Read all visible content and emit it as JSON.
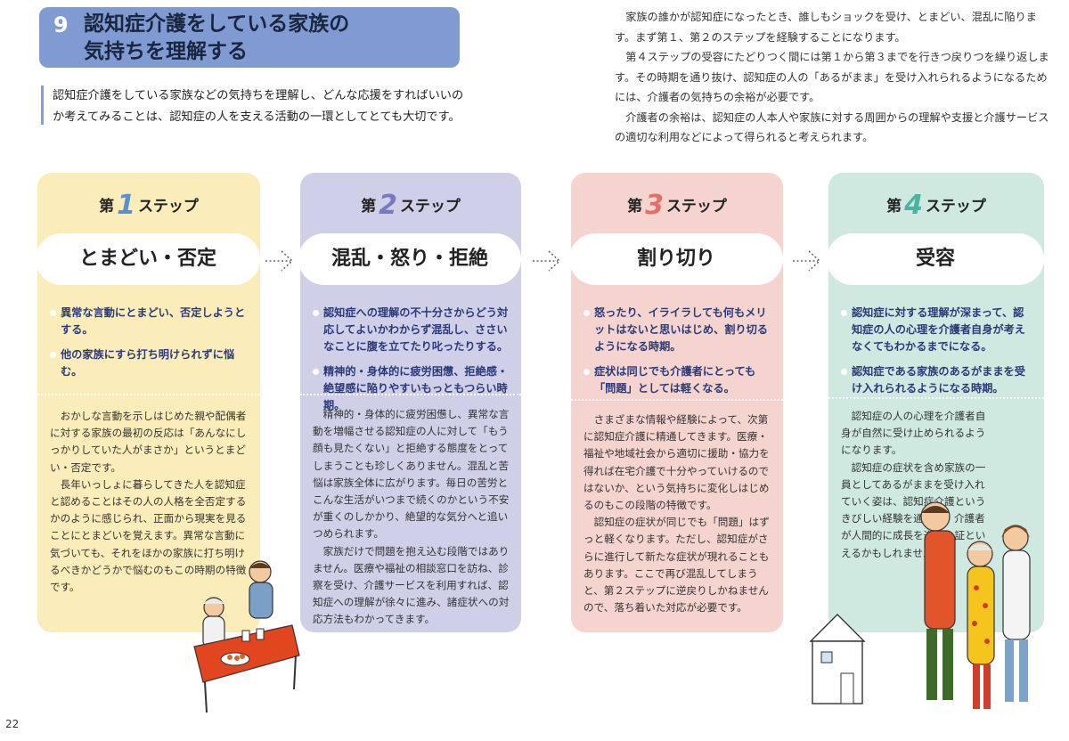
{
  "header": {
    "number": "9",
    "title": "認知症介護をしている家族の\n気持ちを理解する"
  },
  "intro": "認知症介護をしている家族などの気持ちを理解し、どんな応援をすればいいのか考えてみることは、認知症の人を支える活動の一環としてとても大切です。",
  "right_column": [
    "家族の誰かが認知症になったとき、誰しもショックを受け、とまどい、混乱に陥ります。まず第１、第２のステップを経験することになります。",
    "第４ステップの受容にたどりつく間には第１から第３までを行きつ戻りつを繰り返します。その時期を通り抜け、認知症の人の「あるがまま」を受け入れられるようになるためには、介護者の気持ちの余裕が必要です。",
    "介護者の余裕は、認知症の人本人や家族に対する周囲からの理解や支援と介護サービスの適切な利用などによって得られると考えられます。"
  ],
  "steps": [
    {
      "prefix": "第",
      "num": "1",
      "suffix": "ステップ",
      "phase": "とまどい・否定",
      "bullets": [
        "異常な言動にとまどい、否定しようとする。",
        "他の家族にすら打ち明けられずに悩む。"
      ],
      "body": [
        "おかしな言動を示しはじめた親や配偶者に対する家族の最初の反応は「あんなにしっかりしていた人がまさか」というとまどい・否定です。",
        "長年いっしょに暮らしてきた人を認知症と認めることはその人の人格を全否定するかのように感じられ、正面から現実を見ることにとまどいを覚えます。異常な言動に気づいても、それをほかの家族に打ち明けるべきかどうかで悩むのもこの時期の特徴です。"
      ]
    },
    {
      "prefix": "第",
      "num": "2",
      "suffix": "ステップ",
      "phase": "混乱・怒り・拒絶",
      "bullets": [
        "認知症への理解の不十分さからどう対応してよいかわからず混乱し、ささいなことに腹を立てたり叱ったりする。",
        "精神的・身体的に疲労困憊、拒絶感・絶望感に陥りやすいもっともつらい時期。"
      ],
      "body": [
        "精神的・身体的に疲労困憊し、異常な言動を増幅させる認知症の人に対して「もう顔も見たくない」と拒絶する態度をとってしまうことも珍しくありません。混乱と苦悩は家族全体に広がります。毎日の苦労とこんな生活がいつまで続くのかという不安が重くのしかかり、絶望的な気分へと追いつめられます。",
        "家族だけで問題を抱え込む段階ではありません。医療や福祉の相談窓口を訪ね、診察を受け、介護サービスを利用すれば、認知症への理解が徐々に進み、諸症状への対応方法もわかってきます。"
      ]
    },
    {
      "prefix": "第",
      "num": "3",
      "suffix": "ステップ",
      "phase": "割り切り",
      "bullets": [
        "怒ったり、イライラしても何もメリットはないと思いはじめ、割り切るようになる時期。",
        "症状は同じでも介護者にとっても「問題」としては軽くなる。"
      ],
      "body": [
        "さまざまな情報や経験によって、次第に認知症介護に精通してきます。医療・福祉や地域社会から適切に援助・協力を得れば在宅介護で十分やっていけるのではないか、という気持ちに変化しはじめるのもこの段階の特徴です。",
        "認知症の症状が同じでも「問題」はずっと軽くなります。ただし、認知症がさらに進行して新たな症状が現れることもあります。ここで再び混乱してしまうと、第２ステップに逆戻りしかねませんので、落ち着いた対応が必要です。"
      ]
    },
    {
      "prefix": "第",
      "num": "4",
      "suffix": "ステップ",
      "phase": "受容",
      "bullets": [
        "認知症に対する理解が深まって、認知症の人の心理を介護者自身が考えなくてもわかるまでになる。",
        "認知症である家族のあるがままを受け入れられるようになる時期。"
      ],
      "body": [
        "認知症の人の心理を介護者自身が自然に受け止められるようになります。",
        "認知症の症状を含め家族の一員としてあるがままを受け入れていく姿は、認知症介護というきびしい経験を通じて、介護者が人間的に成長を遂げた証といえるかもしれません。"
      ]
    }
  ],
  "page_number": "22",
  "colors": {
    "title_bg": "#7f9bd1",
    "step1": "#fbedb9",
    "step2": "#cfcfe8",
    "step3": "#f5d3ce",
    "step4": "#cfe9e1",
    "step1_num": "#5a8fd0",
    "step2_num": "#7a78c0",
    "step3_num": "#e0706a",
    "step4_num": "#4cb3a0"
  }
}
